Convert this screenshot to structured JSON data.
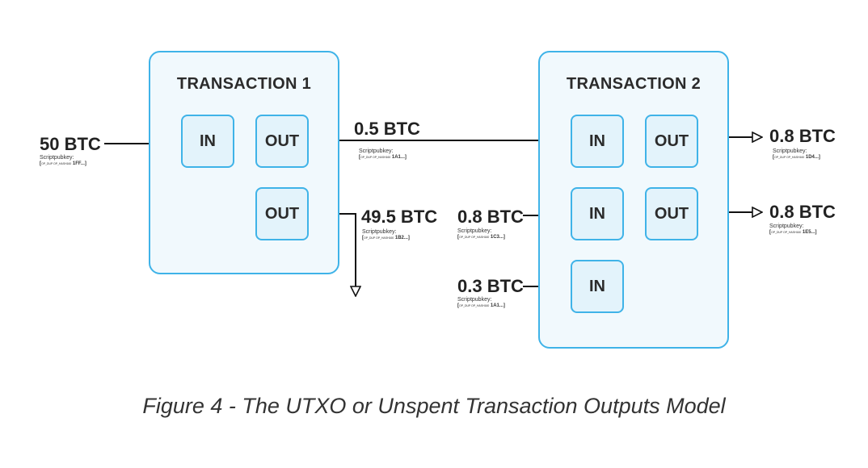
{
  "transactions": [
    {
      "title": "TRANSACTION 1"
    },
    {
      "title": "TRANSACTION 2"
    }
  ],
  "ports": {
    "in": "IN",
    "out": "OUT"
  },
  "flows": [
    {
      "amount": "50 BTC",
      "script_key": "Scriptpubkey:",
      "script_prefix": "OP_DUP OP_HASH160",
      "script_value": "1FF..."
    },
    {
      "amount": "0.5 BTC",
      "script_key": "Scriptpubkey:",
      "script_prefix": "OP_DUP OP_HASH160",
      "script_value": "1A1..."
    },
    {
      "amount": "49.5 BTC",
      "script_key": "Scriptpubkey:",
      "script_prefix": "OP_DUP OP_HASH160",
      "script_value": "1B2..."
    },
    {
      "amount": "0.8 BTC",
      "script_key": "Scriptpubkey:",
      "script_prefix": "OP_DUP OP_HASH160",
      "script_value": "1C3..."
    },
    {
      "amount": "0.3 BTC",
      "script_key": "Scriptpubkey:",
      "script_prefix": "OP_DUP OP_HASH160",
      "script_value": "1A1..."
    },
    {
      "amount": "0.8 BTC",
      "script_key": "Scriptpubkey:",
      "script_prefix": "OP_DUP OP_HASH160",
      "script_value": "1D4..."
    },
    {
      "amount": "0.8 BTC",
      "script_key": "Scriptpubkey:",
      "script_prefix": "OP_DUP OP_HASH160",
      "script_value": "1E5..."
    }
  ],
  "caption": "Figure 4 - The UTXO or Unspent Transaction Outputs Model",
  "colors": {
    "accent": "#3fb3e8",
    "box_fill": "#f1f9fd",
    "port_fill": "#e3f3fb",
    "text": "#222222"
  }
}
